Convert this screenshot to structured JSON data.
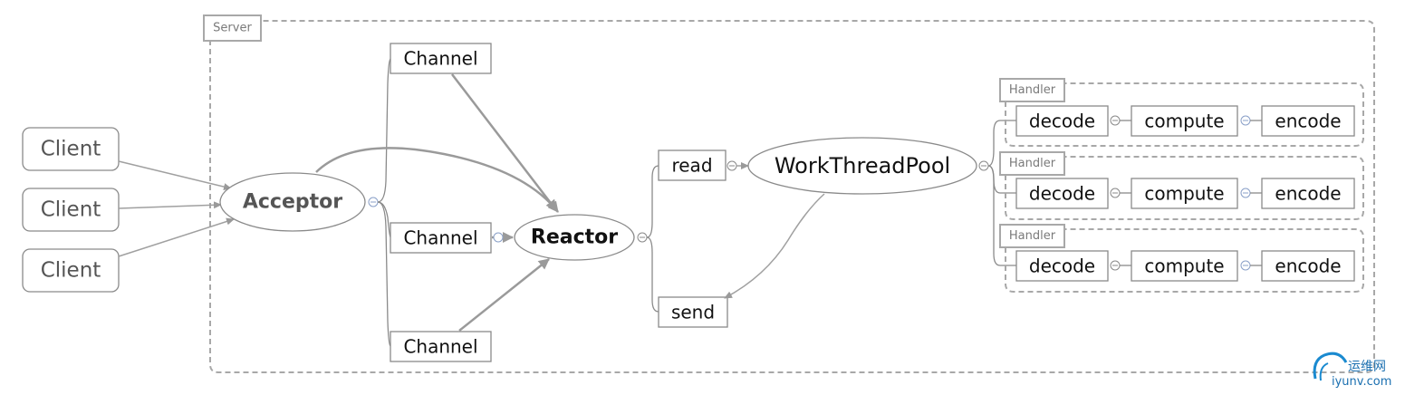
{
  "server": {
    "label": "Server"
  },
  "clients": [
    {
      "label": "Client"
    },
    {
      "label": "Client"
    },
    {
      "label": "Client"
    }
  ],
  "acceptor": {
    "label": "Acceptor"
  },
  "channels": [
    {
      "label": "Channel"
    },
    {
      "label": "Channel"
    },
    {
      "label": "Channel"
    }
  ],
  "reactor": {
    "label": "Reactor"
  },
  "read": {
    "label": "read"
  },
  "send": {
    "label": "send"
  },
  "pool": {
    "label": "WorkThreadPool"
  },
  "handlers": [
    {
      "tag": "Handler",
      "decode": "decode",
      "compute": "compute",
      "encode": "encode"
    },
    {
      "tag": "Handler",
      "decode": "decode",
      "compute": "compute",
      "encode": "encode"
    },
    {
      "tag": "Handler",
      "decode": "decode",
      "compute": "compute",
      "encode": "encode"
    }
  ],
  "watermark": {
    "cn": "运维网",
    "url": "iyunv.com"
  }
}
